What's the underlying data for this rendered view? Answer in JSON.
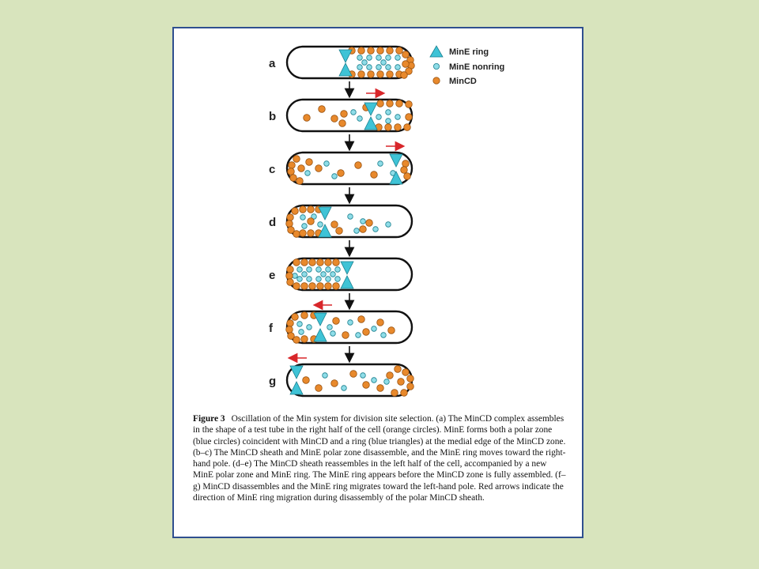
{
  "legend": {
    "ring": "MinE ring",
    "nonring": "MinE nonring",
    "mincd": "MinCD"
  },
  "colors": {
    "background": "#d8e4bd",
    "slide_border": "#2f4f8f",
    "ring": "#3fc3d6",
    "nonring": "#8fdde8",
    "mincd": "#e8892c",
    "red_arrow": "#d8262a",
    "cell_outline": "#111111"
  },
  "panels": [
    {
      "label": "a",
      "red_arrow": null
    },
    {
      "label": "b",
      "red_arrow": "right"
    },
    {
      "label": "c",
      "red_arrow": "right"
    },
    {
      "label": "d",
      "red_arrow": null
    },
    {
      "label": "e",
      "red_arrow": null
    },
    {
      "label": "f",
      "red_arrow": "left"
    },
    {
      "label": "g",
      "red_arrow": "left"
    }
  ],
  "caption": {
    "figure_label": "Figure 3",
    "text": "Oscillation of the Min system for division site selection. (a) The MinCD complex assembles in the shape of a test tube in the right half of the cell (orange circles). MinE forms both a polar zone (blue circles) coincident with MinCD and a ring (blue triangles) at the medial edge of the MinCD zone. (b–c) The MinCD sheath and MinE polar zone disassemble, and the MinE ring moves toward the right-hand pole. (d–e) The MinCD sheath reassembles in the left half of the cell, accompanied by a new MinE polar zone and MinE ring. The MinE ring appears before the MinCD zone is fully assembled. (f–g) MinCD disassembles and the MinE ring migrates toward the left-hand pole. Red arrows indicate the direction of MinE ring migration during disassembly of the polar MinCD sheath."
  }
}
